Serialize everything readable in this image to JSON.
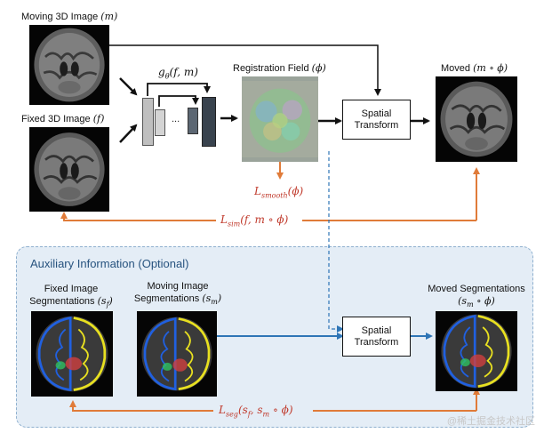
{
  "labels": {
    "moving": "Moving 3D Image",
    "moving_var": "(m)",
    "fixed": "Fixed 3D Image",
    "fixed_var": "(f)",
    "network": "g",
    "network_sub": "θ",
    "network_args": "(f, m)",
    "dots": "...",
    "field": "Registration Field",
    "field_var": "(ϕ)",
    "moved": "Moved",
    "moved_var": "(m ∘ ϕ)"
  },
  "spatial_transform": {
    "line1": "Spatial",
    "line2": "Transform"
  },
  "losses": {
    "smooth": "L",
    "smooth_sub": "smooth",
    "smooth_args": "(ϕ)",
    "sim": "L",
    "sim_sub": "sim",
    "sim_args": "(f, m ∘ ϕ)",
    "seg": "L",
    "seg_sub": "seg",
    "seg_args": "(s",
    "seg_sub2": "f",
    "seg_args2": ", s",
    "seg_sub3": "m",
    "seg_args3": " ∘ ϕ)"
  },
  "aux": {
    "title": "Auxiliary Information (Optional)",
    "fixed_seg_line1": "Fixed Image",
    "fixed_seg_line2": "Segmentations",
    "fixed_seg_var": "(s",
    "fixed_seg_sub": "f",
    "fixed_seg_close": ")",
    "moving_seg_line1": "Moving Image",
    "moving_seg_line2": "Segmentations",
    "moving_seg_var": "(s",
    "moving_seg_sub": "m",
    "moving_seg_close": ")",
    "moved_seg_line1": "Moved Segmentations",
    "moved_seg_var": "(s",
    "moved_seg_sub": "m",
    "moved_seg_close": " ∘ ϕ)"
  },
  "watermark": "@稀土掘金技术社区",
  "colors": {
    "loss_arrow": "#e07b39",
    "loss_text": "#c0392b",
    "aux_arrow": "#2e75b6",
    "panel_bg": "#e4edf6",
    "panel_border": "#8fb0cf",
    "aux_title": "#27537f"
  }
}
